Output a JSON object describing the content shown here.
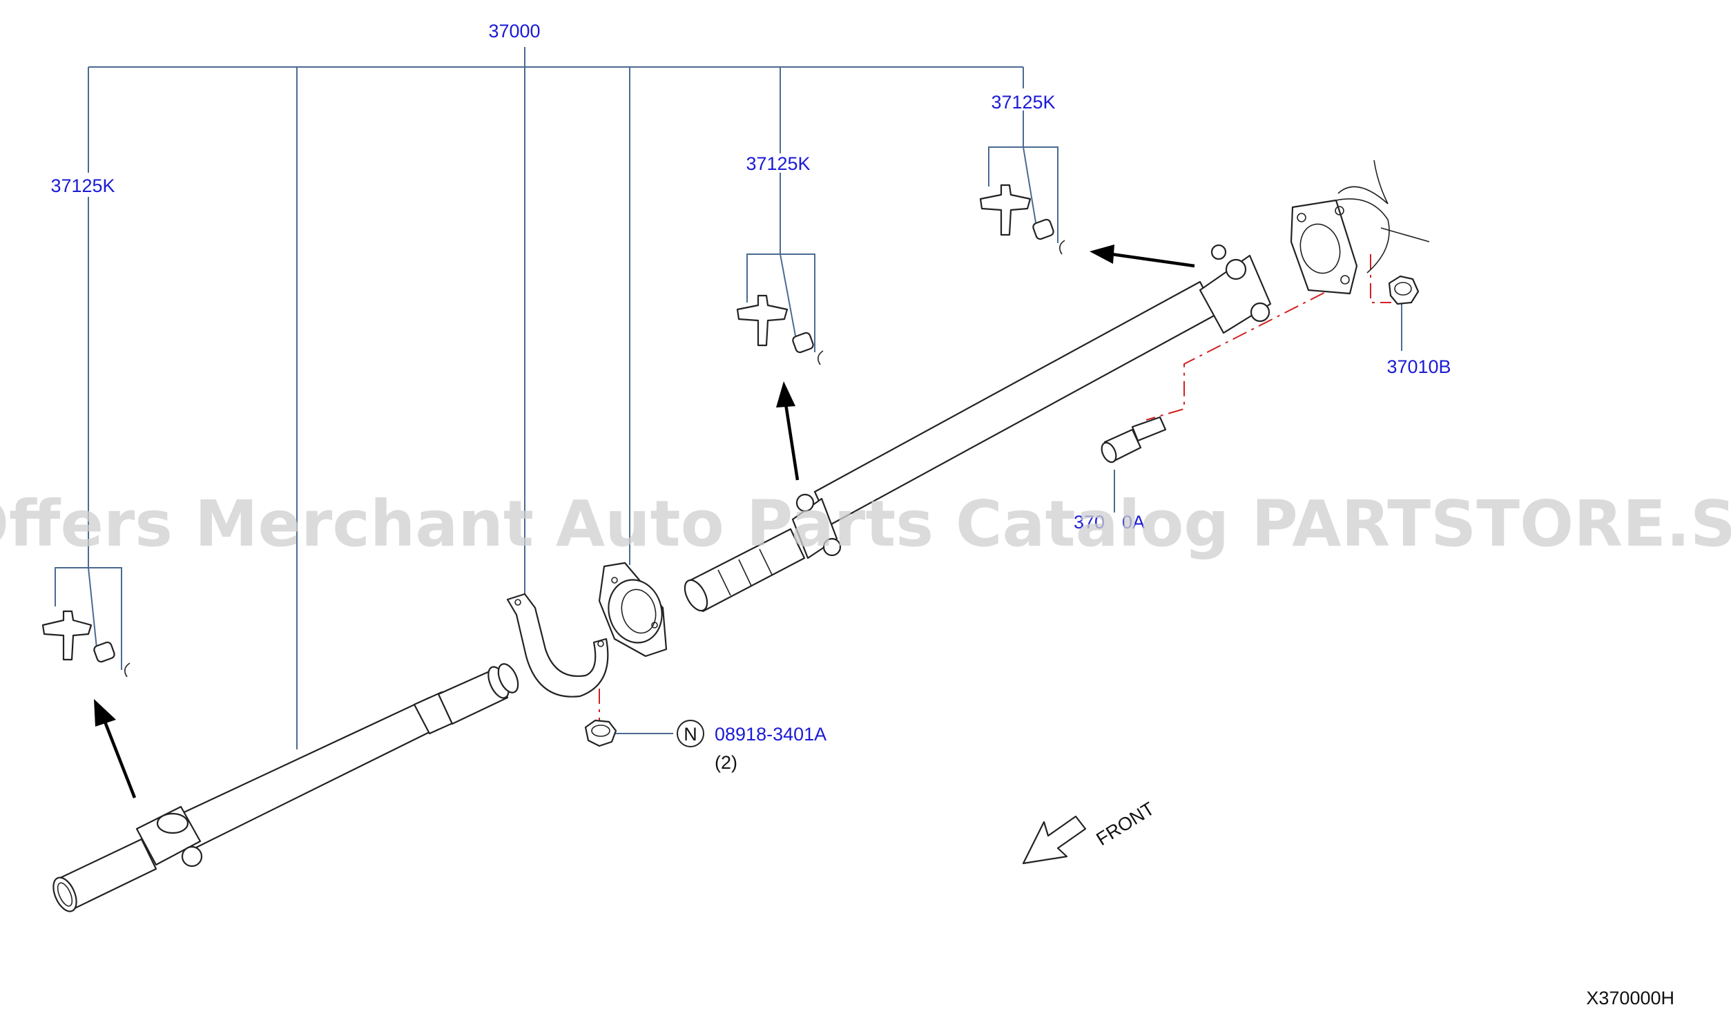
{
  "labels": {
    "assembly": "37000",
    "kit_left": "37125K",
    "kit_mid": "37125K",
    "kit_right": "37125K",
    "flange_nut": "37010B",
    "nut_part": "08918-3401A",
    "nut_qty": "(2)",
    "nut_symbol": "N",
    "bolt_part": "370",
    "bolt_part_suffix": "0A",
    "front": "FRONT",
    "diagram_code": "X370000H"
  },
  "watermark": "Offers Merchant Auto Parts Catalog PARTSTORE.SA",
  "colors": {
    "callout": "#1a1ad6",
    "leader": "#4a6a90",
    "centerline": "#d22020",
    "watermark": "#cfcfcf"
  }
}
